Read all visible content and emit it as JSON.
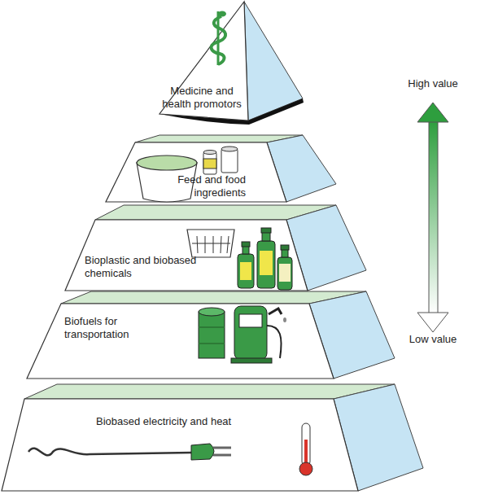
{
  "diagram": {
    "nodes": [
      {
        "text": [
          "Medicine and health promotors"
        ]
      },
      {
        "text": [
          "Feed and food ingredients"
        ]
      },
      {
        "text": [
          "Bioplastic and biobased chemicals"
        ]
      },
      {
        "text": [
          "Biofuels for transportation"
        ]
      },
      {
        "text": [
          "Biobased electricity and heat"
        ]
      }
    ],
    "labels": [
      "High value",
      "Low value"
    ]
  }
}
